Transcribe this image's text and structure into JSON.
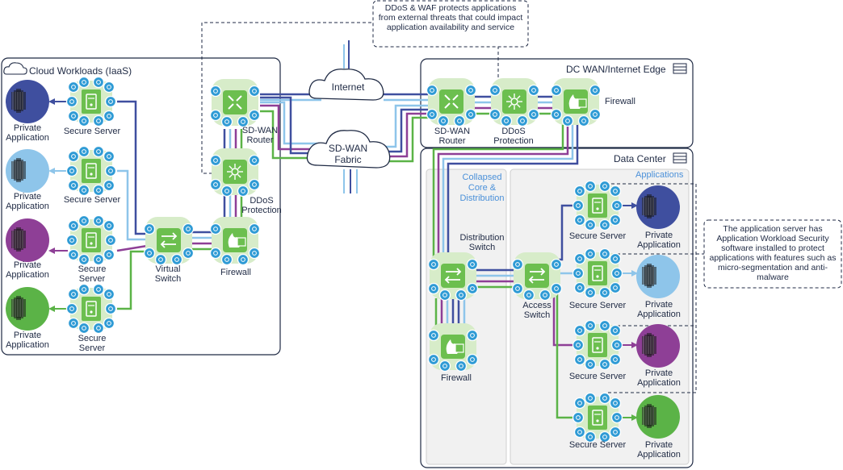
{
  "frames": {
    "cloud": "Cloud Workloads (IaaS)",
    "dc_wan": "DC WAN/Internet Edge",
    "data_center": "Data Center",
    "applications": "Applications",
    "collapsed": "Collapsed Core & Distribution"
  },
  "clouds": {
    "internet": "Internet",
    "sdwan": "SD-WAN Fabric"
  },
  "callouts": {
    "ddos_waf": "DDoS & WAF protects applications from external threats that could impact application availability and service",
    "app_server": "The application server has Application Workload Security software installed to protect applications with features such as micro-segmentation and anti-malware"
  },
  "cloud_side": {
    "private_apps": [
      "Private Application",
      "Private Application",
      "Private Application",
      "Private Application"
    ],
    "servers": [
      "Secure Server",
      "Secure Server",
      "Secure Server",
      "Secure Server"
    ],
    "virtual_switch": "Virtual Switch",
    "firewall": "Firewall",
    "sdwan_router": "SD-WAN Router",
    "ddos": "DDoS Protection"
  },
  "edge": {
    "sdwan_router": "SD-WAN Router",
    "ddos": "DDoS Protection",
    "firewall": "Firewall"
  },
  "dc": {
    "distribution_switch": "Distribution Switch",
    "firewall": "Firewall",
    "access_switch": "Access Switch",
    "servers": [
      "Secure Server",
      "Secure Server",
      "Secure Server",
      "Secure Server"
    ],
    "private_apps": [
      "Private Application",
      "Private Application",
      "Private Application",
      "Private Application"
    ]
  },
  "colors": {
    "navy": "#3f4f9f",
    "light_blue": "#8ec5ea",
    "purple": "#8e3f96",
    "green": "#5bb347",
    "frame": "#1f2a44",
    "node_fill": "#d7ecc9",
    "node_core": "#6cbf4f",
    "badge": "#2f9bd5"
  }
}
